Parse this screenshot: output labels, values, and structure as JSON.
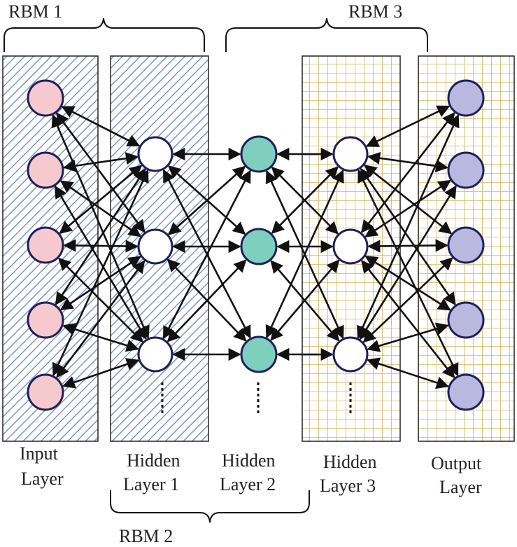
{
  "rbm_labels": {
    "rbm1": "RBM 1",
    "rbm2": "RBM 2",
    "rbm3": "RBM 3"
  },
  "layers": [
    {
      "id": "input",
      "label_line1": "Input",
      "label_line2": "Layer",
      "color": "#f6c9cf"
    },
    {
      "id": "hidden1",
      "label_line1": "Hidden",
      "label_line2": "Layer 1",
      "color": "#ffffff"
    },
    {
      "id": "hidden2",
      "label_line1": "Hidden",
      "label_line2": "Layer 2",
      "color": "#7fcfbf"
    },
    {
      "id": "hidden3",
      "label_line1": "Hidden",
      "label_line2": "Layer 3",
      "color": "#ffffff"
    },
    {
      "id": "output",
      "label_line1": "Output",
      "label_line2": "Layer",
      "color": "#b9b9e0"
    }
  ],
  "colors": {
    "hatch": "#7f95c6",
    "grid": "#d9b45a",
    "node_stroke": "#1d1f5c",
    "arrow": "#111111"
  }
}
